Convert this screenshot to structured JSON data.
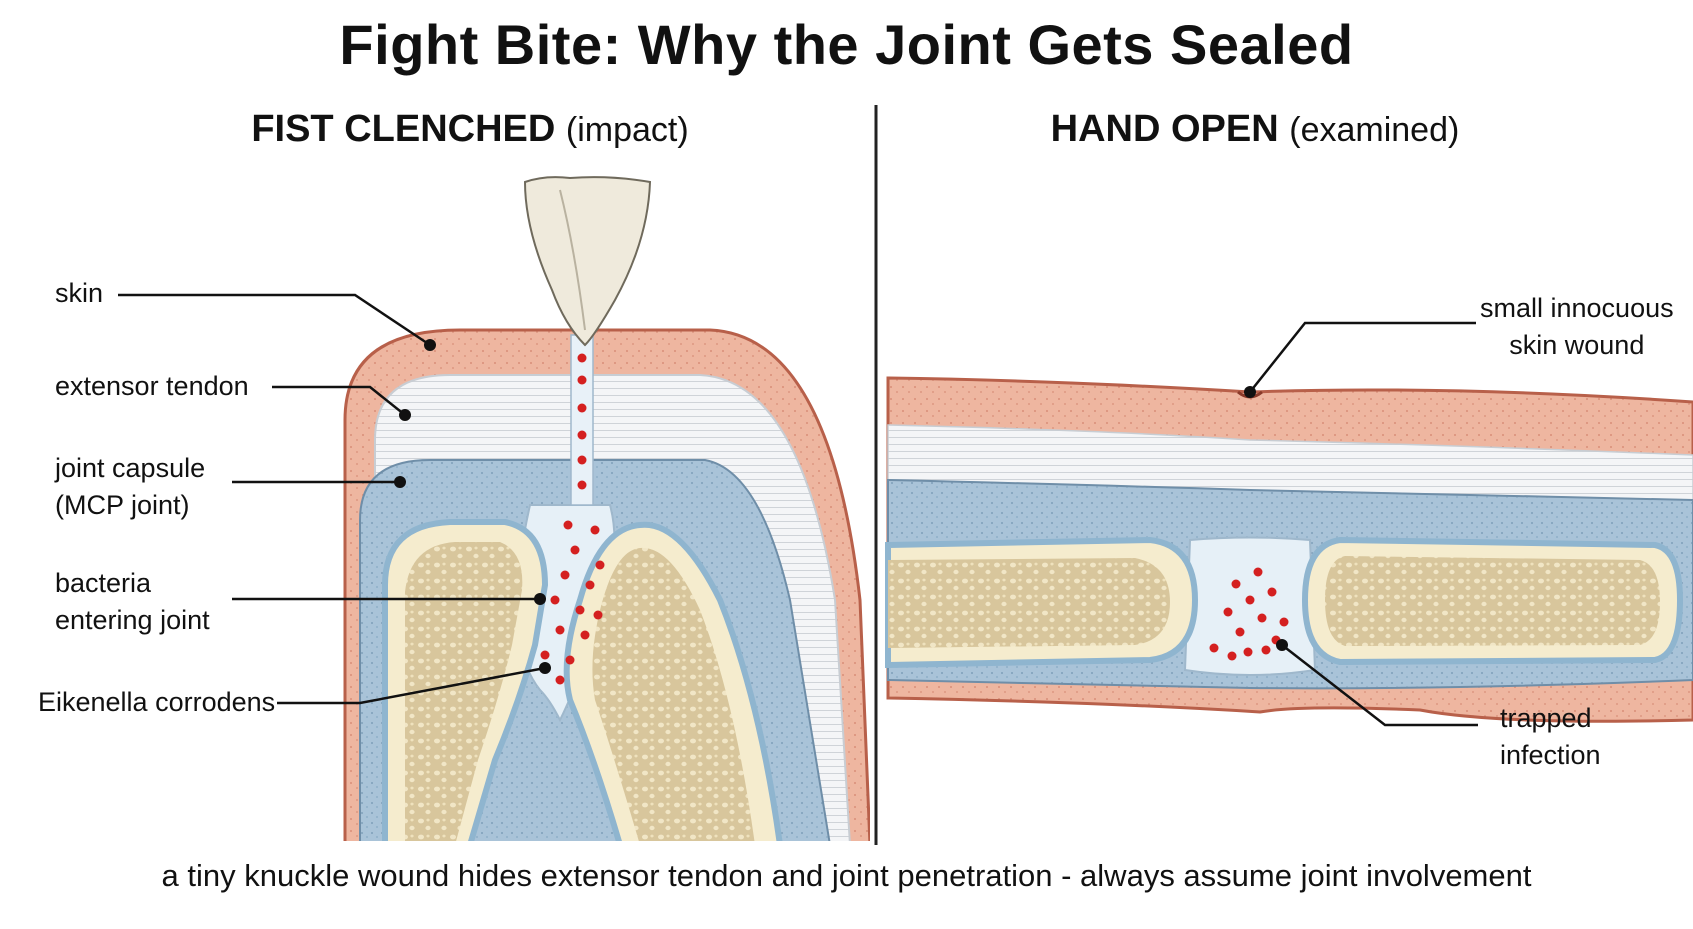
{
  "title": "Fight Bite: Why the Joint Gets Sealed",
  "left_panel": {
    "heading_main": "FIST CLENCHED",
    "heading_sub": "(impact)",
    "labels": {
      "skin": "skin",
      "extensor_tendon": "extensor tendon",
      "joint_capsule_line1": "joint capsule",
      "joint_capsule_line2": "(MCP joint)",
      "bacteria_line1": "bacteria",
      "bacteria_line2": "entering joint",
      "organism": "Eikenella corrodens"
    }
  },
  "right_panel": {
    "heading_main": "HAND OPEN",
    "heading_sub": "(examined)",
    "labels": {
      "wound_line1": "small innocuous",
      "wound_line2": "skin wound",
      "trapped_line1": "trapped",
      "trapped_line2": "infection"
    }
  },
  "caption": "a tiny knuckle wound hides extensor tendon and joint penetration - always assume joint involvement",
  "colors": {
    "skin": "#eeb6a0",
    "skin_edge": "#b8604a",
    "tendon": "#f4f5f7",
    "capsule": "#a9c3d8",
    "cartilage": "#eef5fa",
    "bone_cortex": "#f5ecce",
    "bone_marrow": "#d8c69c",
    "bacteria": "#d42020",
    "tooth": "#efeadc"
  }
}
